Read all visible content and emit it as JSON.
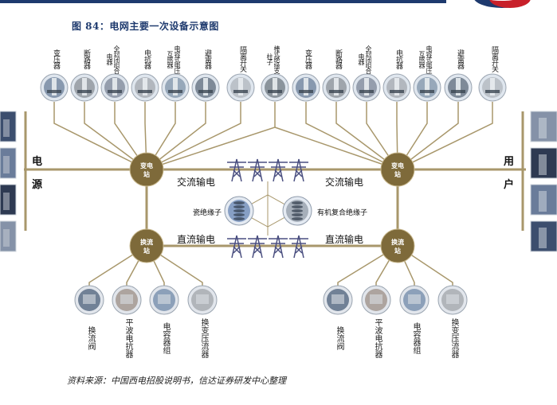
{
  "title": "图 84：电网主要一次设备示意图",
  "source": "资料来源：中国西电招股说明书，信达证券研发中心整理",
  "top_equipment": [
    "变压器",
    "断路器",
    "全封闭组合电器",
    "电抗器",
    "电容式电压互感器",
    "避雷器",
    "隔离开关",
    "棒式绝缘支柱子",
    "变压器",
    "断路器",
    "全封闭组合电器",
    "电抗器",
    "电容式电压互感器",
    "避雷器",
    "隔离开关"
  ],
  "left_label": [
    "电",
    "源"
  ],
  "right_label": [
    "用",
    "户"
  ],
  "hubs": {
    "substation": "变电站",
    "converter": "换流站"
  },
  "lines": {
    "ac": "交流输电",
    "dc": "直流输电"
  },
  "insulators": {
    "ceramic": "瓷绝缘子",
    "composite": "有机复合绝缘子"
  },
  "bottom_equipment": [
    "换流阀",
    "平波电抗器",
    "电容器组",
    "换变压流器"
  ],
  "colors": {
    "line": "#a8976b",
    "hub": "#7e6a3a",
    "title": "#1e3a6e"
  }
}
